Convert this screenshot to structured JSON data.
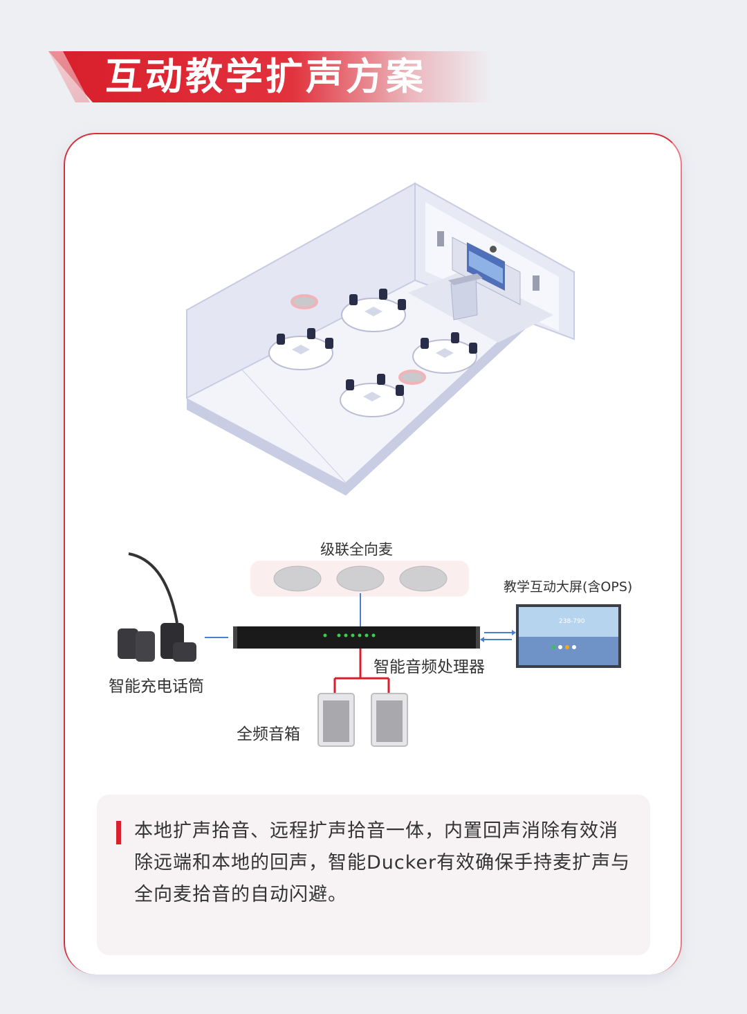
{
  "title": "互动教学扩声方案",
  "labels": {
    "cascade_mic": "级联全向麦",
    "teaching_screen": "教学互动大屏(含OPS)",
    "processor": "智能音频处理器",
    "charging_mic": "智能充电话筒",
    "speaker": "全频音箱"
  },
  "screen": {
    "display_number": "238-790"
  },
  "description": "本地扩声拾音、远程扩声拾音一体，内置回声消除有效消除远端和本地的回声，智能Ducker有效确保手持麦扩声与全向麦拾音的自动闪避。",
  "colors": {
    "accent_red": "#d81e2b",
    "link_blue": "#4a7fd0",
    "link_red": "#d8202c"
  }
}
